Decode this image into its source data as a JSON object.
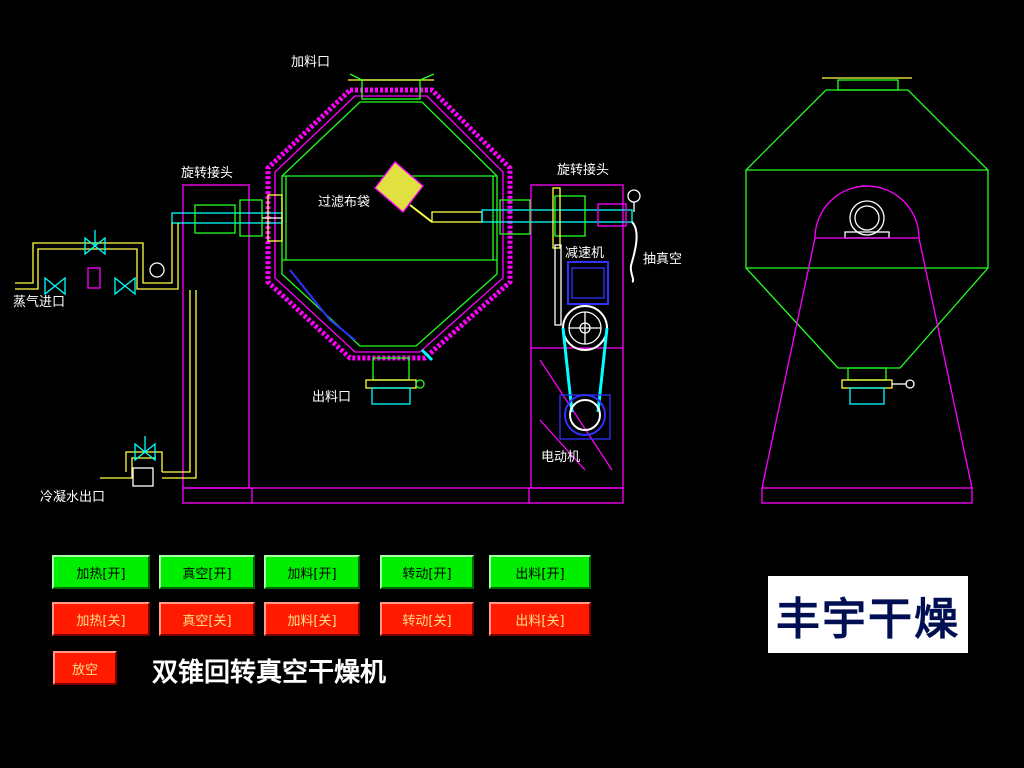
{
  "labels": {
    "feed_port": "加料口",
    "rotary_joint_left": "旋转接头",
    "rotary_joint_right": "旋转接头",
    "filter_bag": "过滤布袋",
    "reducer": "减速机",
    "vacuum": "抽真空",
    "steam_inlet": "蒸气进口",
    "discharge_port": "出料口",
    "motor": "电动机",
    "condensate_outlet": "冷凝水出口"
  },
  "buttons": {
    "heat_on": "加热[开]",
    "vacuum_on": "真空[开]",
    "feed_on": "加料[开]",
    "rotate_on": "转动[开]",
    "discharge_on": "出料[开]",
    "heat_off": "加热[关]",
    "vacuum_off": "真空[关]",
    "feed_off": "加料[关]",
    "rotate_off": "转动[关]",
    "discharge_off": "出料[关]",
    "vent": "放空"
  },
  "title": "双锥回转真空干燥机",
  "brand": "丰宇干燥",
  "colors": {
    "on_button": "#00ee00",
    "off_button": "#ff1a00",
    "brand_text": "#000f52",
    "line_green": "#22ff22",
    "line_magenta": "#ff00ff",
    "line_yellow": "#ffff44",
    "line_cyan": "#00ffff",
    "line_blue": "#3030ff"
  }
}
